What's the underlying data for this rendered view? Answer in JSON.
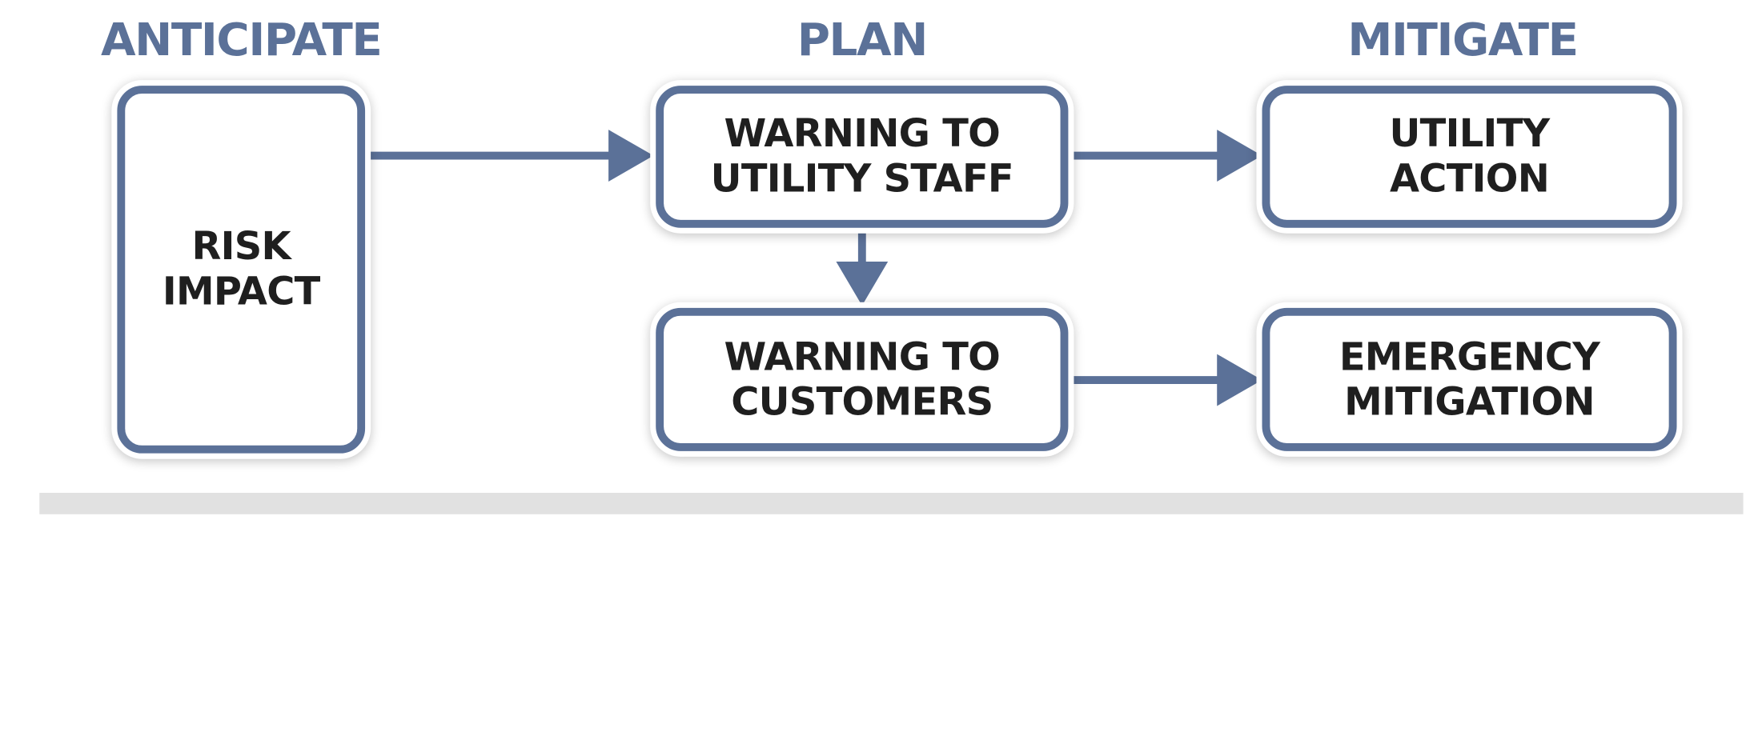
{
  "headings": {
    "anticipate": "ANTICIPATE",
    "plan": "PLAN",
    "mitigate": "MITIGATE"
  },
  "boxes": {
    "risk_impact": "RISK\nIMPACT",
    "warning_staff": "WARNING TO\nUTILITY STAFF",
    "warning_customers": "WARNING TO\nCUSTOMERS",
    "utility_action": "UTILITY\nACTION",
    "emergency_mitigation": "EMERGENCY\nMITIGATION"
  },
  "colors": {
    "accent": "#5b7198",
    "text": "#1f1f1f",
    "footer": "#e1e1e1"
  }
}
